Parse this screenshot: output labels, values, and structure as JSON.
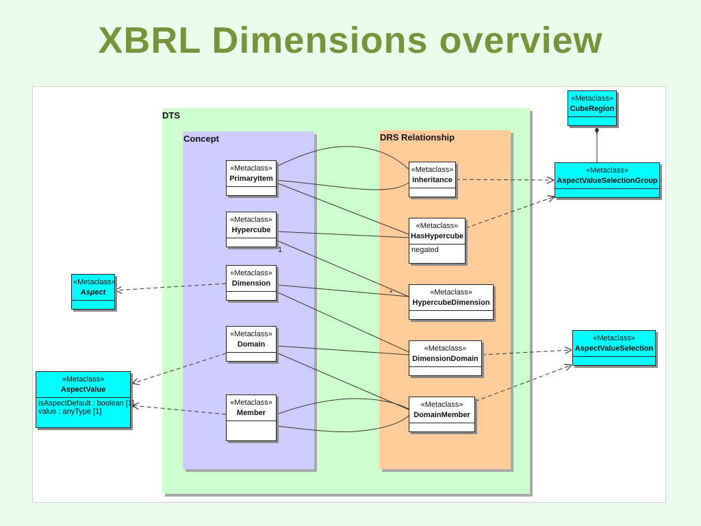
{
  "slide": {
    "title": "XBRL Dimensions overview"
  },
  "diagram": {
    "stereotype": "«Metaclass»",
    "packages": {
      "dts": "DTS",
      "concept": "Concept",
      "drs": "DRS Relationship"
    },
    "classes": {
      "primary_item": "PrimaryItem",
      "hypercube": "Hypercube",
      "dimension": "Dimension",
      "domain": "Domain",
      "member": "Member",
      "inheritance": "Inheritance",
      "has_hypercube": "HasHypercube",
      "hypercube_dimension": "HypercubeDimension",
      "dimension_domain": "DimensionDomain",
      "domain_member": "DomainMember",
      "cube_region": "CubeRegion",
      "aspect_value_selection_group": "AspectValueSelectionGroup",
      "aspect_value_selection": "AspectValueSelection",
      "aspect": "Aspect",
      "aspect_value": "AspectValue"
    },
    "attributes": {
      "has_hypercube": [
        "negated"
      ],
      "aspect_value": [
        "isAspectDefault : boolean [1]",
        "value : anyType [1]"
      ]
    },
    "multiplicities": {
      "hypercube_end": "1",
      "hypercube_dimension_end": "*"
    },
    "colors": {
      "title": "#77933c",
      "page_background": "#eafdea",
      "dts_package": "#ccffcc",
      "concept_package": "#ccccff",
      "drs_package": "#ffcc99",
      "external_class": "#00ffff"
    }
  }
}
